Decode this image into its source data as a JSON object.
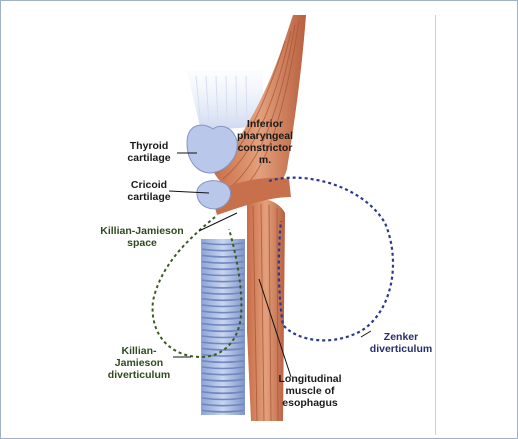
{
  "labels": {
    "thyroid_cartilage": "Thyroid\ncartilage",
    "cricoid_cartilage": "Cricoid\ncartilage",
    "inferior_constrictor": "Inferior\npharyngeal\nconstrictor\nm.",
    "killian_jamieson_space": "Killian-Jamieson\nspace",
    "killian_jamieson_diverticulum": "Killian-\nJamieson\ndiverticulum",
    "zenker_diverticulum": "Zenker\ndiverticulum",
    "longitudinal_muscle": "Longitudinal\nmuscle of\nesophagus"
  },
  "colors": {
    "frame": "#9fb1c2",
    "muscle": "#d98a64",
    "muscle_dark": "#b5603e",
    "cartilage": "#b9c8ea",
    "trachea": "#9fb3dc",
    "trachea_ring": "#7f95c7",
    "zenker_outline": "#2c3a8c",
    "kj_outline": "#3b5a22"
  }
}
